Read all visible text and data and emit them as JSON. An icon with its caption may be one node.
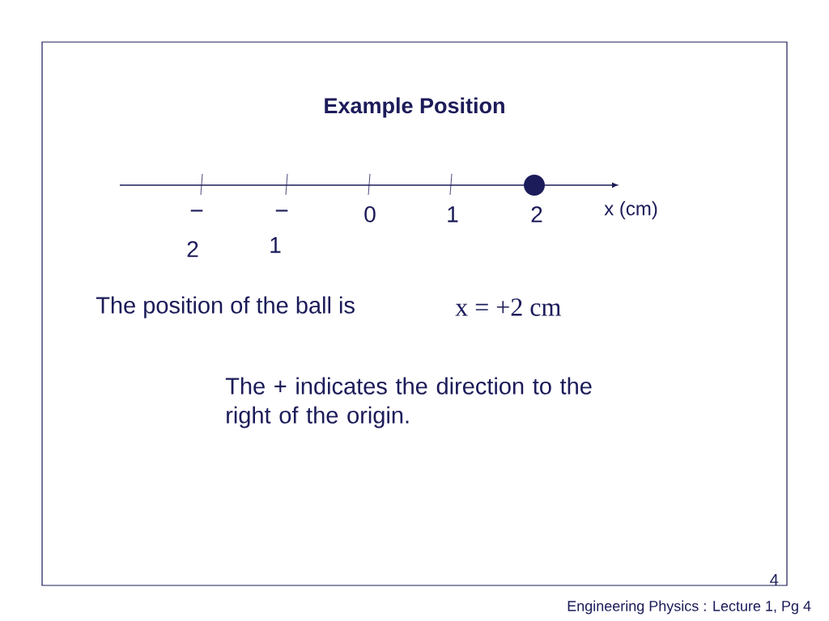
{
  "diagram": {
    "title": "Example Position",
    "labels": [
      "−",
      "−",
      "0",
      "1",
      "2",
      "x (cm)",
      "2",
      "1",
      "The position of the ball is",
      "x = +2 cm",
      "The + indicates the direction to the right of the origin.",
      "4",
      "Engineering Physics : Lecture 1, Pg 4"
    ]
  }
}
